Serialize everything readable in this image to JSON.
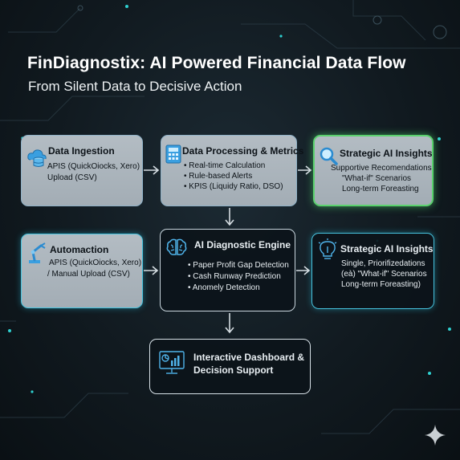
{
  "header": {
    "title": "FinDiagnostix: AI Powered Financial Data Flow",
    "subtitle": "From Silent Data to Decisive Action"
  },
  "boxes": {
    "ingestion": {
      "title": "Data Ingestion",
      "lines": [
        "APIS (QuickOiocks, Xero)",
        "Upload (CSV)"
      ],
      "icon": "cloud-database-icon"
    },
    "processing": {
      "title": "Data Processing & Metrics",
      "lines": [
        "• Real-time Calculation",
        "• Rule-based Alerts",
        "• KPIS (Liquidy Ratio, DSO)"
      ],
      "icon": "calculator-icon"
    },
    "insights_top": {
      "title": "Strategic AI Insights",
      "lines": [
        "Supportive Recomendations",
        "\"What-if\" Scenarios",
        "Long-term Foreasting"
      ],
      "icon": "magnifier-icon"
    },
    "automation": {
      "title": "Automaction",
      "lines": [
        "APIS (QuickOiocks, Xero)",
        "/ Manual Upload (CSV)"
      ],
      "icon": "robot-arm-icon"
    },
    "engine": {
      "title": "AI Diagnostic Engine",
      "lines": [
        "• Paper Profit Gap Detection",
        "• Cash Runway Prediction",
        "• Anomely Detection"
      ],
      "icon": "brain-icon"
    },
    "insights_bottom": {
      "title": "Strategic AI Insights",
      "lines": [
        "Single, Priorifizedations",
        "(eà) \"What-if\" Scenarios",
        "Long-term Foreasting)"
      ],
      "icon": "lightbulb-icon"
    },
    "dashboard": {
      "title_line1": "Interactive Dashboard &",
      "title_line2": "Decision Support",
      "icon": "dashboard-monitor-icon"
    }
  },
  "colors": {
    "background": "#111a20",
    "light_box": "#aab3ba",
    "accent_blue": "#3aa8e0",
    "glow_green": "#5bd16e",
    "glow_teal": "#47c2dd"
  }
}
